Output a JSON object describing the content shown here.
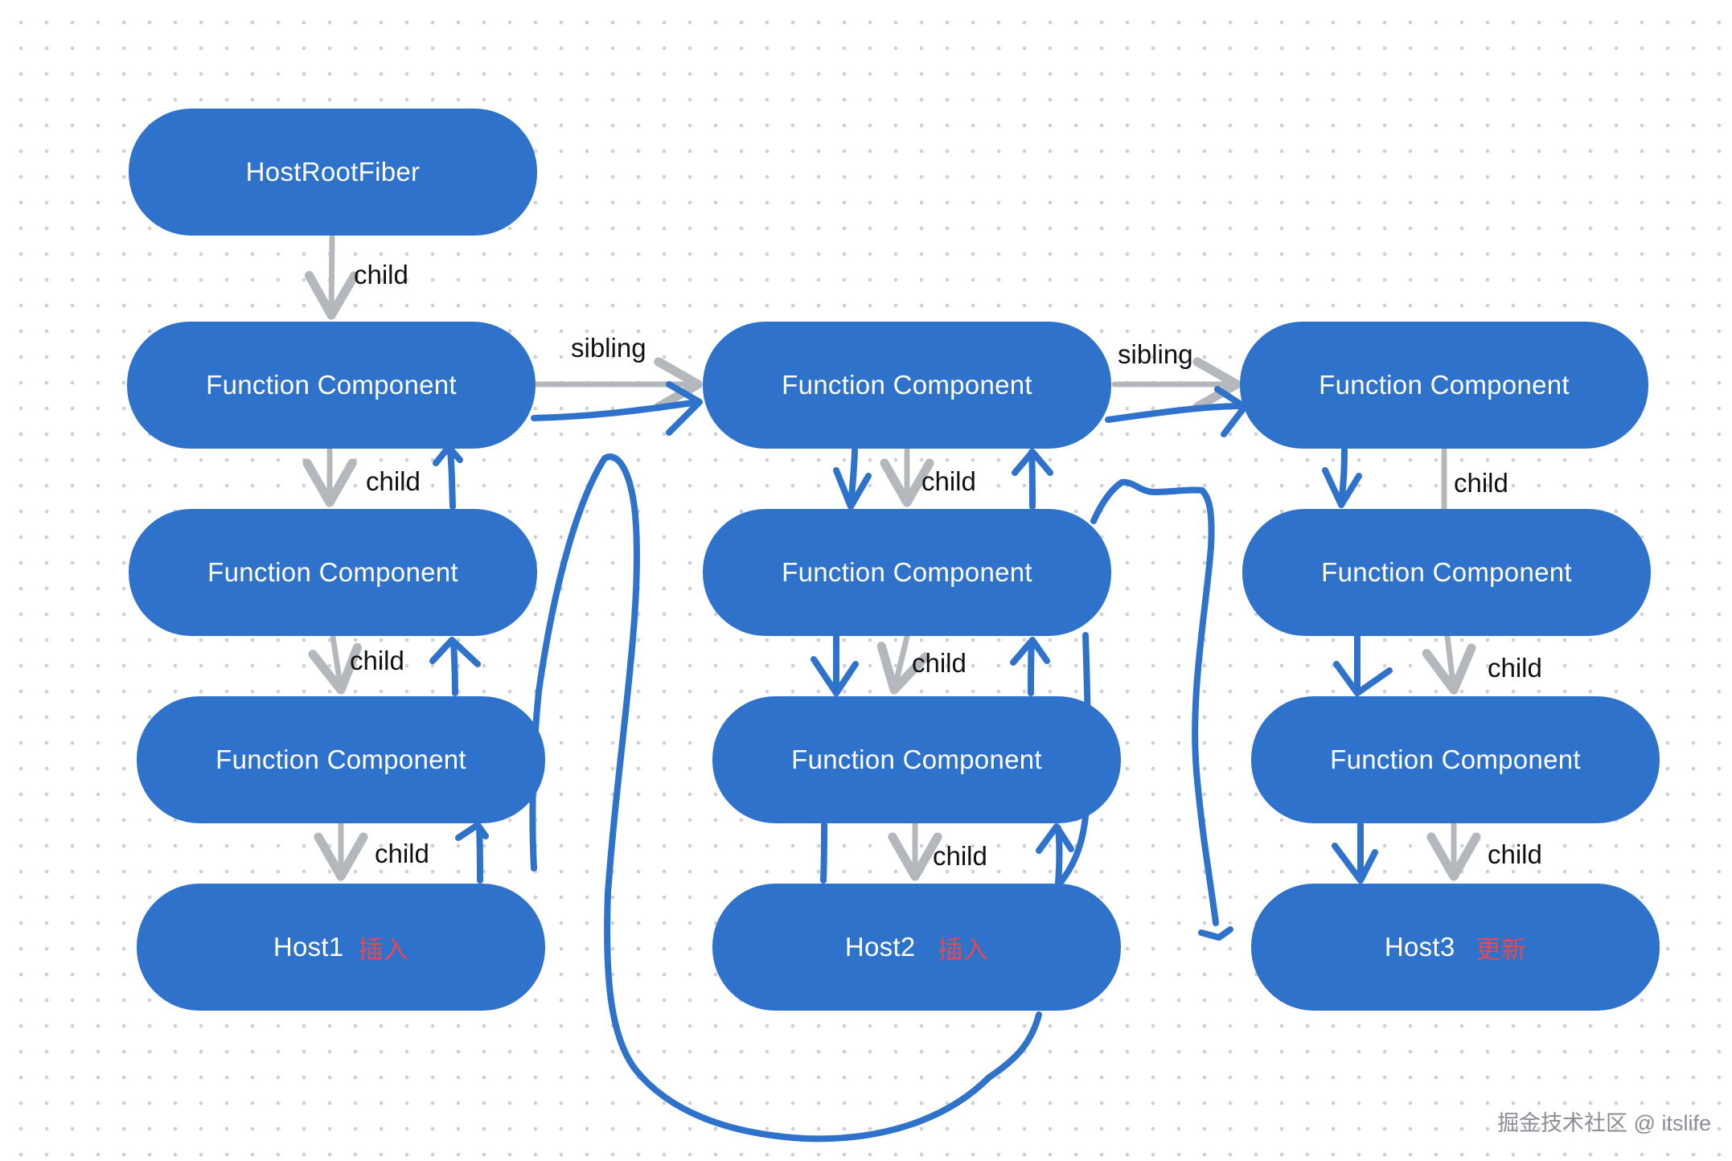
{
  "nodes": {
    "root": "HostRootFiber",
    "fc": "Function Component",
    "host1": "Host1",
    "host2": "Host2",
    "host3": "Host3"
  },
  "tags": {
    "host1": "插入",
    "host2": "插入",
    "host3": "更新"
  },
  "edges": {
    "child": "child",
    "sibling": "sibling"
  },
  "watermark": "掘金技术社区 @ itslife",
  "colors": {
    "node_fill": "#2f72cc",
    "node_text": "#ffffff",
    "tag_text": "#e8484e",
    "edge_gray": "#b4b8bd",
    "handdrawn_blue": "#2f72cc"
  }
}
